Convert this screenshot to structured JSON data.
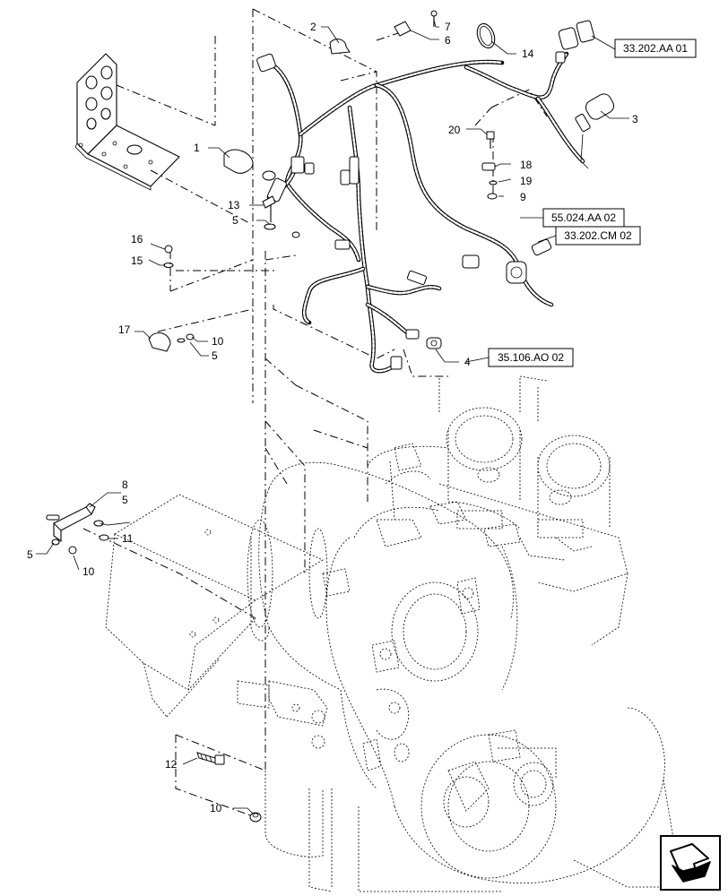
{
  "callouts": [
    {
      "id": "c1",
      "text": "1"
    },
    {
      "id": "c2",
      "text": "2"
    },
    {
      "id": "c3",
      "text": "3"
    },
    {
      "id": "c4",
      "text": "4"
    },
    {
      "id": "c5a",
      "text": "5"
    },
    {
      "id": "c5b",
      "text": "5"
    },
    {
      "id": "c5c",
      "text": "5"
    },
    {
      "id": "c5d",
      "text": "5"
    },
    {
      "id": "c6",
      "text": "6"
    },
    {
      "id": "c7",
      "text": "7"
    },
    {
      "id": "c8",
      "text": "8"
    },
    {
      "id": "c9",
      "text": "9"
    },
    {
      "id": "c10a",
      "text": "10"
    },
    {
      "id": "c10b",
      "text": "10"
    },
    {
      "id": "c10c",
      "text": "10"
    },
    {
      "id": "c11",
      "text": "11"
    },
    {
      "id": "c12",
      "text": "12"
    },
    {
      "id": "c13",
      "text": "13"
    },
    {
      "id": "c14",
      "text": "14"
    },
    {
      "id": "c15",
      "text": "15"
    },
    {
      "id": "c16",
      "text": "16"
    },
    {
      "id": "c17",
      "text": "17"
    },
    {
      "id": "c18",
      "text": "18"
    },
    {
      "id": "c19",
      "text": "19"
    },
    {
      "id": "c20",
      "text": "20"
    }
  ],
  "references": [
    {
      "id": "r1",
      "text": "33.202.AA 01"
    },
    {
      "id": "r2",
      "text": "55.024.AA 02"
    },
    {
      "id": "r3",
      "text": "33.202.CM 02"
    },
    {
      "id": "r4",
      "text": "35.106.AO 02"
    }
  ],
  "nav_icon": "next-page-arrow-icon"
}
